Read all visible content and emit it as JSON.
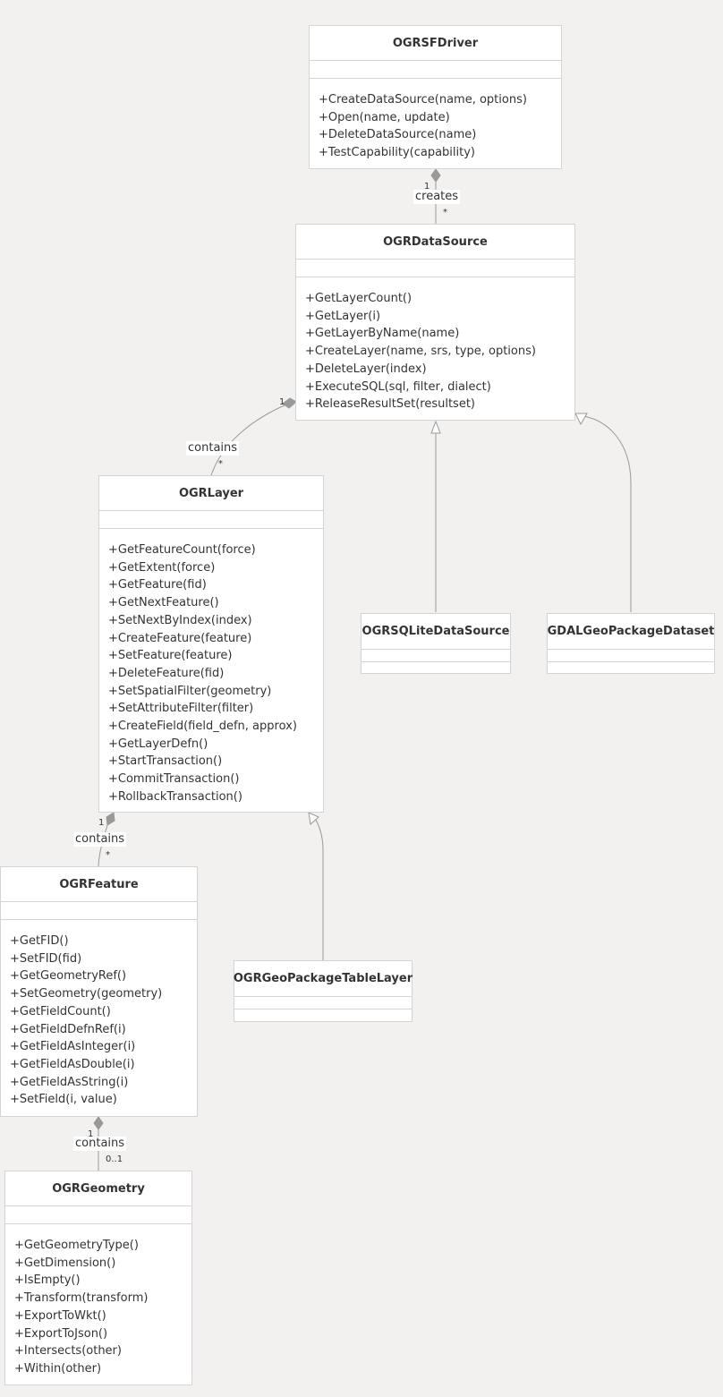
{
  "classes": {
    "ogrsfdriver": {
      "name": "OGRSFDriver",
      "methods": [
        "+CreateDataSource(name, options)",
        "+Open(name, update)",
        "+DeleteDataSource(name)",
        "+TestCapability(capability)"
      ]
    },
    "ogrdatasource": {
      "name": "OGRDataSource",
      "methods": [
        "+GetLayerCount()",
        "+GetLayer(i)",
        "+GetLayerByName(name)",
        "+CreateLayer(name, srs, type, options)",
        "+DeleteLayer(index)",
        "+ExecuteSQL(sql, filter, dialect)",
        "+ReleaseResultSet(resultset)"
      ]
    },
    "ogrlayer": {
      "name": "OGRLayer",
      "methods": [
        "+GetFeatureCount(force)",
        "+GetExtent(force)",
        "+GetFeature(fid)",
        "+GetNextFeature()",
        "+SetNextByIndex(index)",
        "+CreateFeature(feature)",
        "+SetFeature(feature)",
        "+DeleteFeature(fid)",
        "+SetSpatialFilter(geometry)",
        "+SetAttributeFilter(filter)",
        "+CreateField(field_defn, approx)",
        "+GetLayerDefn()",
        "+StartTransaction()",
        "+CommitTransaction()",
        "+RollbackTransaction()"
      ]
    },
    "ogrsqlitedatasource": {
      "name": "OGRSQLiteDataSource",
      "methods": []
    },
    "gdalgeopackagedataset": {
      "name": "GDALGeoPackageDataset",
      "methods": []
    },
    "ogrfeature": {
      "name": "OGRFeature",
      "methods": [
        "+GetFID()",
        "+SetFID(fid)",
        "+GetGeometryRef()",
        "+SetGeometry(geometry)",
        "+GetFieldCount()",
        "+GetFieldDefnRef(i)",
        "+GetFieldAsInteger(i)",
        "+GetFieldAsDouble(i)",
        "+GetFieldAsString(i)",
        "+SetField(i, value)"
      ]
    },
    "ogrgeopackagetablelayer": {
      "name": "OGRGeoPackageTableLayer",
      "methods": []
    },
    "ogrgeometry": {
      "name": "OGRGeometry",
      "methods": [
        "+GetGeometryType()",
        "+GetDimension()",
        "+IsEmpty()",
        "+Transform(transform)",
        "+ExportToWkt()",
        "+ExportToJson()",
        "+Intersects(other)",
        "+Within(other)"
      ]
    }
  },
  "relations": {
    "driver_datasource": {
      "label": "creates",
      "from_mult": "1",
      "to_mult": "*"
    },
    "datasource_layer": {
      "label": "contains",
      "from_mult": "1",
      "to_mult": "*"
    },
    "layer_feature": {
      "label": "contains",
      "from_mult": "1",
      "to_mult": "*"
    },
    "feature_geometry": {
      "label": "contains",
      "from_mult": "1",
      "to_mult": "0..1"
    }
  },
  "colors": {
    "background": "#f2f1f0",
    "box": "#ffffff",
    "border": "#d4d4d4",
    "line": "#999999"
  }
}
